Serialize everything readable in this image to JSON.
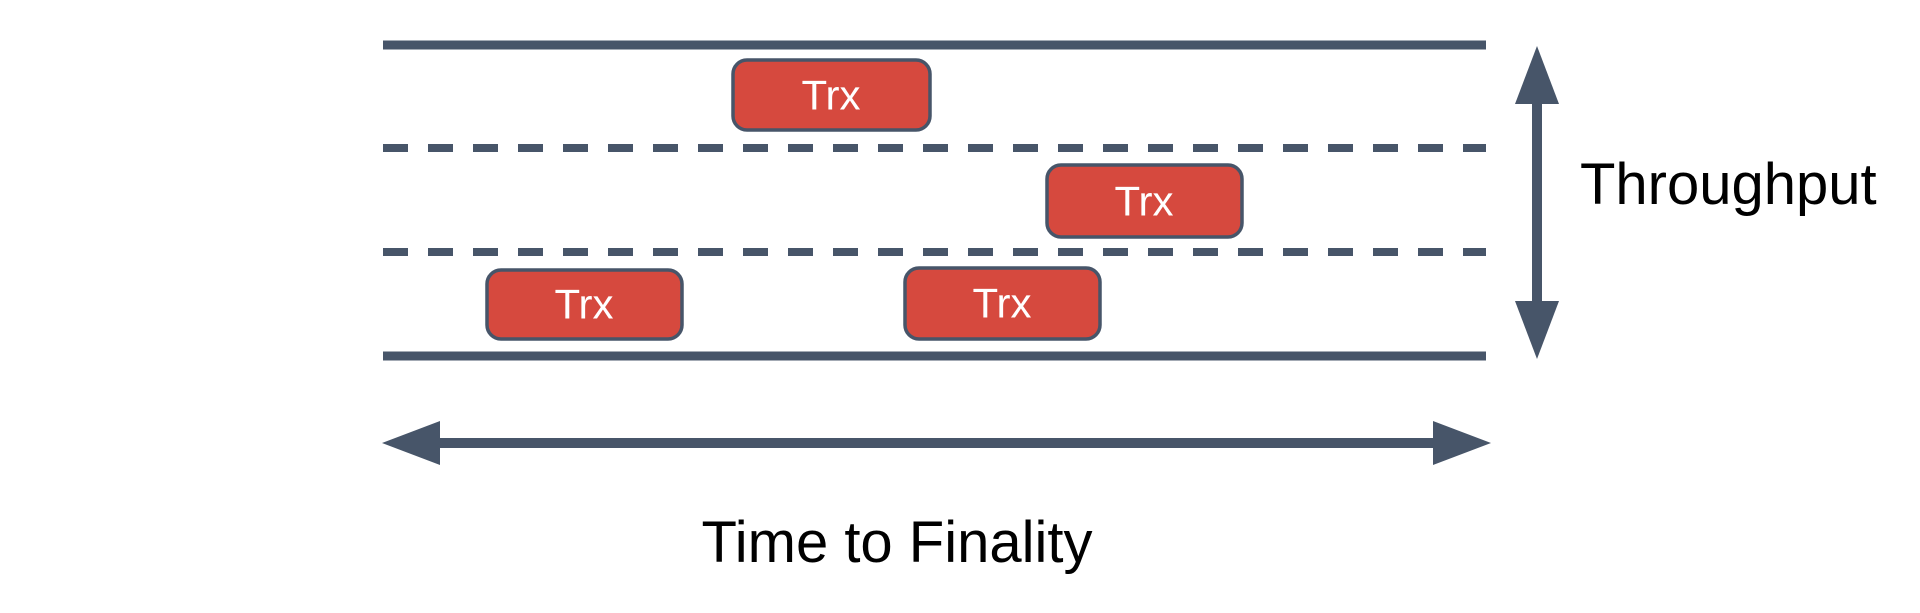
{
  "diagram": {
    "type": "lane-diagram",
    "description_visible_elements": "three stacked lanes bounded by solid lines with dashed dividers, four transaction boxes, vertical throughput arrow, horizontal time axis arrow",
    "lanes": {
      "count": 3,
      "divider_style": "dashed"
    },
    "boxes": [
      {
        "label": "Trx",
        "lane": 1
      },
      {
        "label": "Trx",
        "lane": 2
      },
      {
        "label": "Trx",
        "lane": 3
      },
      {
        "label": "Trx",
        "lane": 3
      }
    ],
    "axes": {
      "vertical_label": "Throughput",
      "horizontal_label": "Time to Finality"
    },
    "colors": {
      "background": "#FFFFFF",
      "lane_line": "#475569",
      "arrow": "#475569",
      "box_fill": "#D6493E",
      "box_border": "#475569",
      "box_text": "#FFFFFF",
      "label_text": "#000000"
    }
  }
}
